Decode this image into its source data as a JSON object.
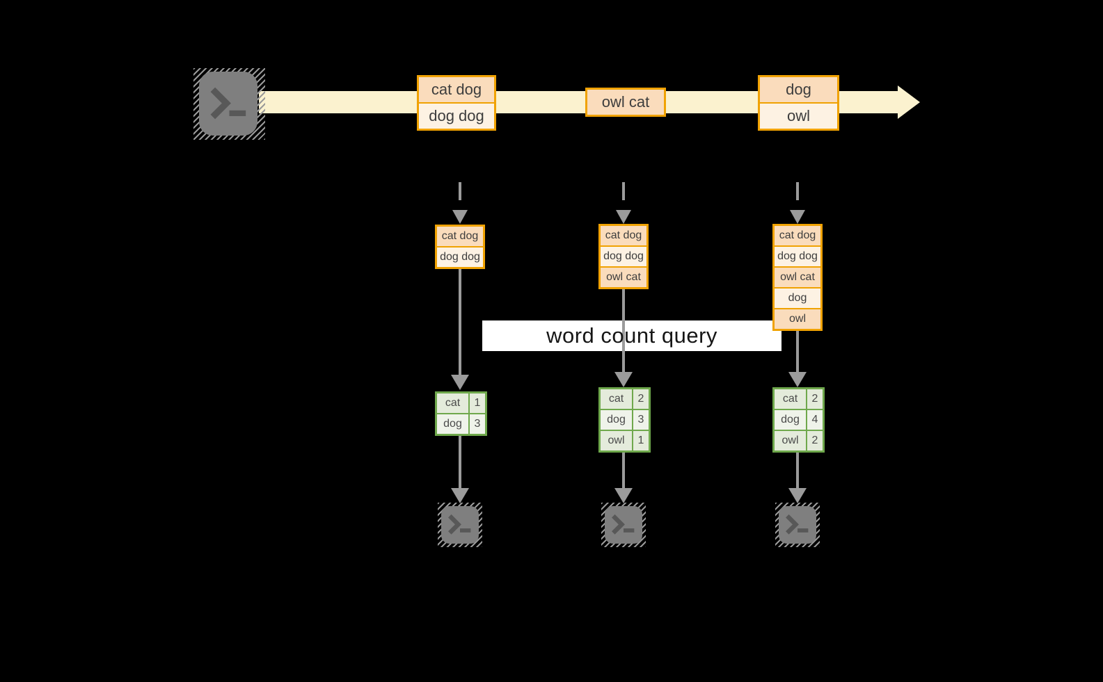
{
  "labels": {
    "query": "word count query"
  },
  "stream": {
    "events": [
      {
        "lines": [
          "cat dog",
          "dog dog"
        ]
      },
      {
        "lines": [
          "owl cat"
        ]
      },
      {
        "lines": [
          "dog",
          "owl"
        ]
      }
    ]
  },
  "columns": [
    {
      "state_rows": [
        "cat dog",
        "dog dog"
      ],
      "counts": [
        {
          "word": "cat",
          "count": "1"
        },
        {
          "word": "dog",
          "count": "3"
        }
      ]
    },
    {
      "state_rows": [
        "cat dog",
        "dog dog",
        "owl cat"
      ],
      "counts": [
        {
          "word": "cat",
          "count": "2"
        },
        {
          "word": "dog",
          "count": "3"
        },
        {
          "word": "owl",
          "count": "1"
        }
      ]
    },
    {
      "state_rows": [
        "cat dog",
        "dog dog",
        "owl cat",
        "dog",
        "owl"
      ],
      "counts": [
        {
          "word": "cat",
          "count": "2"
        },
        {
          "word": "dog",
          "count": "4"
        },
        {
          "word": "owl",
          "count": "2"
        }
      ]
    }
  ],
  "icons": {
    "source": "terminal-prompt-icon",
    "sinks": [
      "terminal-prompt-icon",
      "terminal-prompt-icon",
      "terminal-prompt-icon"
    ]
  },
  "colors": {
    "background": "#000000",
    "stream_band": "#FBF2CF",
    "event_border": "#F0A202",
    "event_fill_dark": "#FADCBC",
    "event_fill_light": "#FDF2E3",
    "table_border": "#6FA84C",
    "table_fill_dark": "#E4EBDB",
    "table_fill_light": "#EFF3EA",
    "arrow_gray": "#9B9B9B",
    "terminal_gray": "#7F7F7F",
    "query_label_bg": "#FFFFFF",
    "text": "#3D3D3D"
  }
}
